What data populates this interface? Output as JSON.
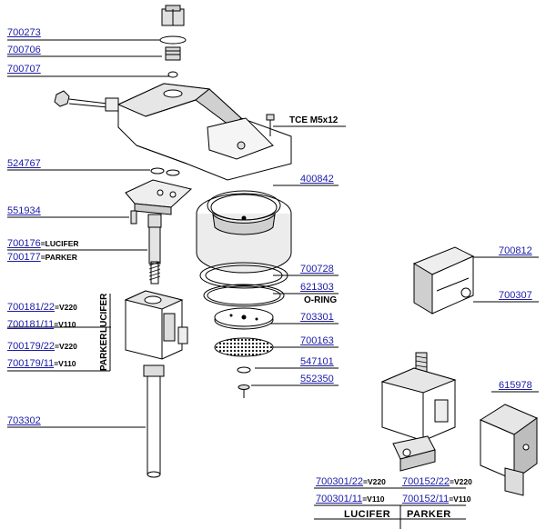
{
  "parts": {
    "p700273": "700273",
    "p700706": "700706",
    "p700707": "700707",
    "tce": "TCE M5x12",
    "p524767": "524767",
    "p400842": "400842",
    "p551934": "551934",
    "p700176": "700176",
    "lucifer_suffix": "=LUCIFER",
    "p700177": "700177",
    "parker_suffix": "=PARKER",
    "p700812": "700812",
    "p700728": "700728",
    "p621303": "621303",
    "oring": "O-RING",
    "p700307": "700307",
    "p700181_22": "700181/22",
    "p700181_11": "700181/11",
    "p700179_22": "700179/22",
    "p700179_11": "700179/11",
    "v220": "=V220",
    "v110": "=V110",
    "p703301": "703301",
    "p700163": "700163",
    "p547101": "547101",
    "p552350": "552350",
    "p703302": "703302",
    "p615978": "615978",
    "p700301_22": "700301/22",
    "p700301_11": "700301/11",
    "p700152_22": "700152/22",
    "p700152_11": "700152/11",
    "lucifer": "LUCIFER",
    "parker": "PARKER",
    "vert_lucifer": "LUCIFER",
    "vert_parker": "PARKER"
  },
  "colors": {
    "link": "#1a1aa8",
    "line": "#000000",
    "shade": "#bdbdbd"
  }
}
